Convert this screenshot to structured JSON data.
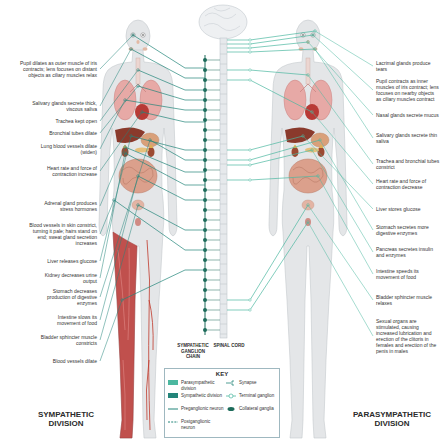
{
  "diagram": {
    "nodes": [
      {
        "text": [
          "KEY"
        ]
      }
    ],
    "labels": [
      "Pupil dilates as outer muscle of iris contracts; lens focuses on distant objects as ciliary muscles relax",
      "Salivary glands secrete thick, viscous saliva",
      "Trachea kept open",
      "Bronchial tubes dilate",
      "Lung blood vessels dilate (widen)",
      "Heart rate and force of contraction increase",
      "Adrenal gland produces stress hormones",
      "Blood vessels in skin constrict, turning it pale; hairs stand on end; sweat gland secretion increases",
      "Liver releases glucose",
      "Kidney decreases urine output",
      "Stomach decreases production of digestive enzymes",
      "Intestine slows its movement of food",
      "Bladder sphincter muscle constricts",
      "Blood vessels dilate",
      "Lacrimal glands produce tears",
      "Pupil contracts as inner muscles of iris contract; lens focuses on nearby objects as ciliary muscles contract",
      "Nasal glands secrete mucus",
      "Salivary glands secrete thin saliva",
      "Trachea and bronchial tubes constrict",
      "Heart rate and force of contraction decrease",
      "Liver stores glucose",
      "Stomach secretes more digestive enzymes",
      "Pancreas secretes insulin and enzymes",
      "Intestine speeds its movement of food",
      "Bladder sphincter muscle relaxes",
      "Sexual organs are stimulated, causing increased lubrication and erection of the clitoris in females and erection of the penis in males",
      "SYMPATHETIC GANGLION CHAIN",
      "SPINAL CORD",
      "SYMPATHETIC DIVISION",
      "PARASYMPATHETIC DIVISION"
    ],
    "legend": [
      {
        "text": "Parasympathetic division",
        "color": "#4cb8a0"
      },
      {
        "text": "Sympathetic division",
        "color": "#23857a"
      },
      {
        "text": "Preganglionic neuron"
      },
      {
        "text": "Postganglionic neuron"
      },
      {
        "text": "Synapse"
      },
      {
        "text": "Terminal ganglion"
      },
      {
        "text": "Collateral ganglia"
      }
    ]
  }
}
